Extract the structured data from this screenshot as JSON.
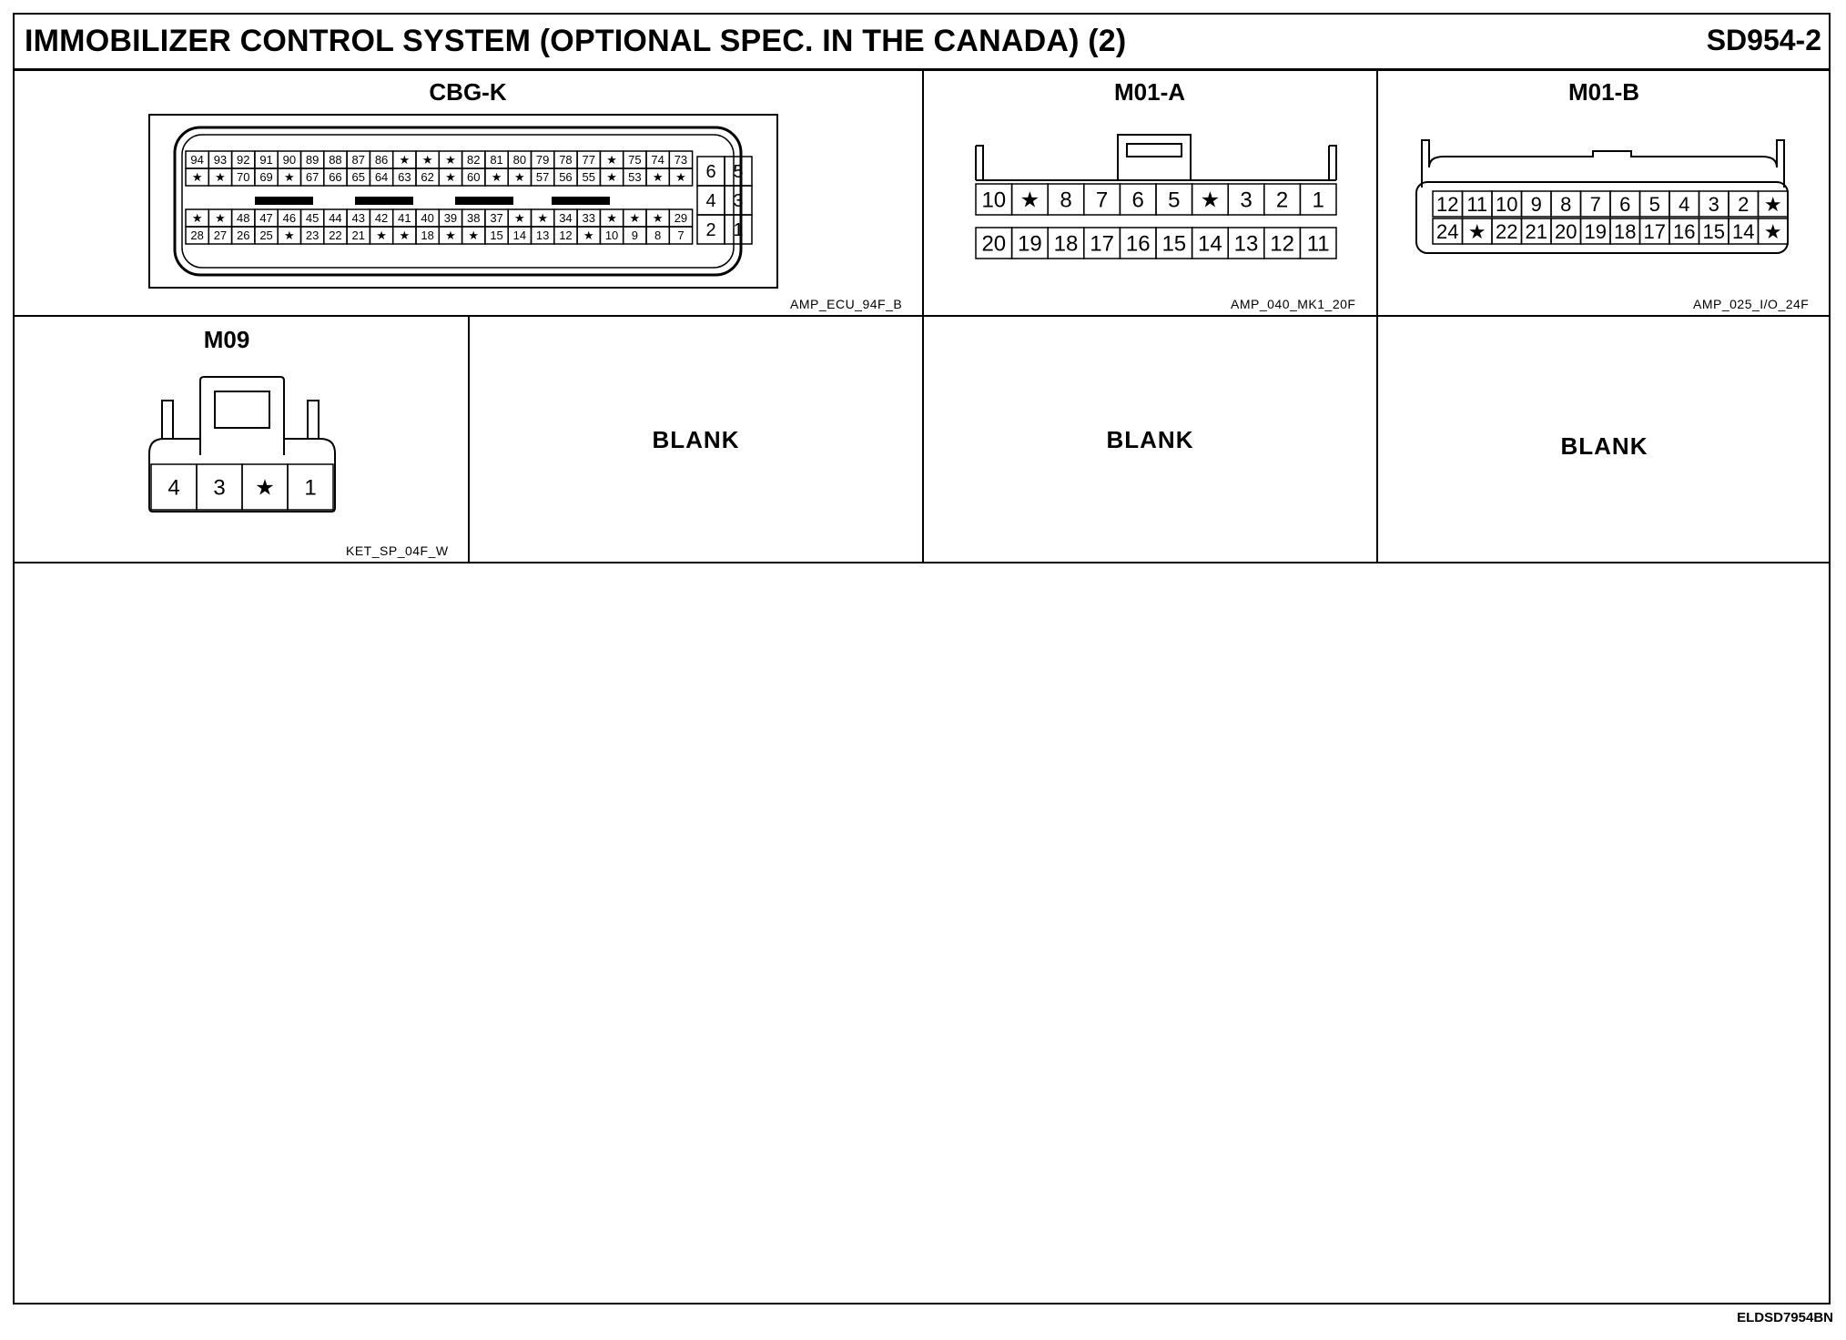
{
  "header": {
    "title": "IMMOBILIZER CONTROL SYSTEM (OPTIONAL SPEC. IN THE CANADA) (2)",
    "code": "SD954-2"
  },
  "footer": {
    "code": "ELDSD7954BN"
  },
  "connectors": {
    "cbg_k": {
      "title": "CBG-K",
      "part": "AMP_ECU_94F_B",
      "row1": [
        "94",
        "93",
        "92",
        "91",
        "90",
        "89",
        "88",
        "87",
        "86",
        "★",
        "★",
        "★",
        "82",
        "81",
        "80",
        "79",
        "78",
        "77",
        "★",
        "75",
        "74",
        "73"
      ],
      "row2": [
        "★",
        "★",
        "70",
        "69",
        "★",
        "67",
        "66",
        "65",
        "64",
        "63",
        "62",
        "★",
        "60",
        "★",
        "★",
        "57",
        "56",
        "55",
        "★",
        "53",
        "★",
        "★"
      ],
      "row3": [
        "★",
        "★",
        "48",
        "47",
        "46",
        "45",
        "44",
        "43",
        "42",
        "41",
        "40",
        "39",
        "38",
        "37",
        "★",
        "★",
        "34",
        "33",
        "★",
        "★",
        "★",
        "29"
      ],
      "row4": [
        "28",
        "27",
        "26",
        "25",
        "★",
        "23",
        "22",
        "21",
        "★",
        "★",
        "18",
        "★",
        "★",
        "15",
        "14",
        "13",
        "12",
        "★",
        "10",
        "9",
        "8",
        "7"
      ],
      "small": [
        "6",
        "5",
        "4",
        "3",
        "2",
        "1"
      ]
    },
    "m01_a": {
      "title": "M01-A",
      "part": "AMP_040_MK1_20F",
      "top": [
        "10",
        "★",
        "8",
        "7",
        "6",
        "5",
        "★",
        "3",
        "2",
        "1"
      ],
      "bottom": [
        "20",
        "19",
        "18",
        "17",
        "16",
        "15",
        "14",
        "13",
        "12",
        "11"
      ]
    },
    "m01_b": {
      "title": "M01-B",
      "part": "AMP_025_I/O_24F",
      "top": [
        "12",
        "11",
        "10",
        "9",
        "8",
        "7",
        "6",
        "5",
        "4",
        "3",
        "2",
        "★"
      ],
      "bottom": [
        "24",
        "★",
        "22",
        "21",
        "20",
        "19",
        "18",
        "17",
        "16",
        "15",
        "14",
        "★"
      ]
    },
    "m09": {
      "title": "M09",
      "part": "KET_SP_04F_W",
      "pins": [
        "4",
        "3",
        "★",
        "1"
      ]
    }
  },
  "blanks": [
    "BLANK",
    "BLANK",
    "BLANK"
  ]
}
